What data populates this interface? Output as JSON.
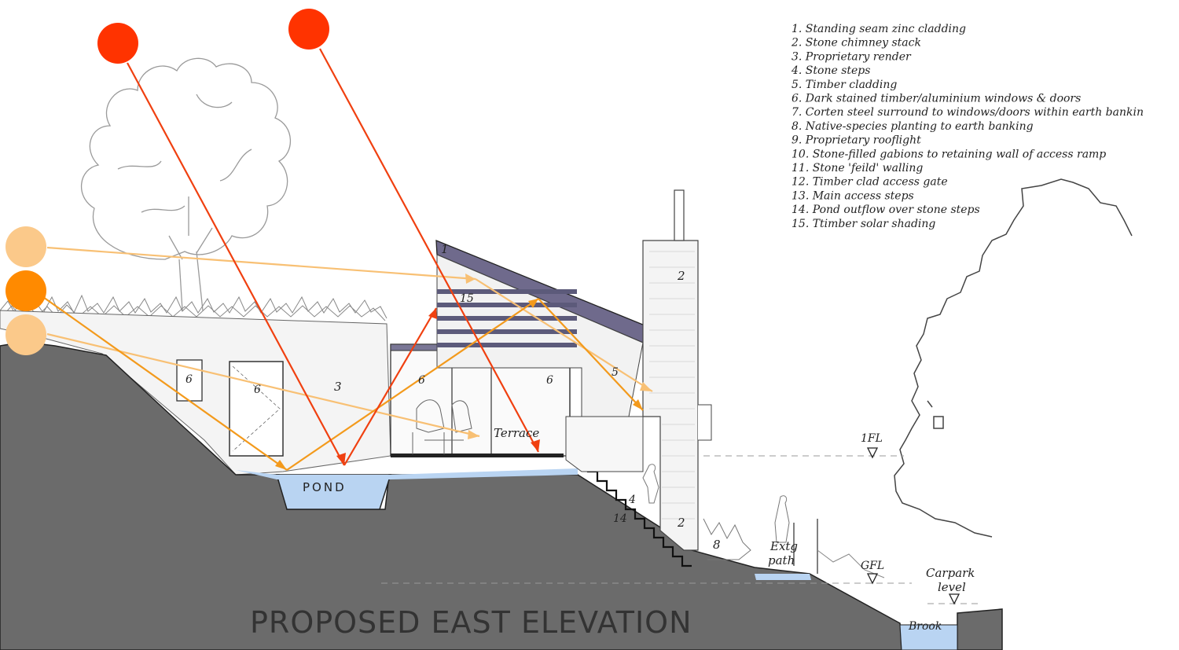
{
  "title": "PROPOSED EAST ELEVATION",
  "legend": [
    "1. Standing seam zinc cladding",
    "2. Stone chimney stack",
    "3. Proprietary render",
    "4. Stone steps",
    "5. Timber cladding",
    "6. Dark stained timber/aluminium windows & doors",
    "7. Corten steel surround to windows/doors within earth bankin",
    "8. Native-species planting to earth banking",
    "9. Proprietary rooflight",
    "10. Stone-filled gabions to retaining wall of access ramp",
    "11. Stone 'feild' walling",
    "12. Timber clad access gate",
    "13. Main access steps",
    "14. Pond outflow over stone steps",
    "15. Ttimber solar shading"
  ],
  "labels": {
    "pond": "POND",
    "terrace": "Terrace",
    "ffl": "1FL",
    "gfl": "GFL",
    "exist_path_1": "Extg",
    "exist_path_2": "path",
    "carpark_1": "Carpark",
    "carpark_2": "level",
    "brook": "Brook"
  },
  "tags": {
    "n1": "1",
    "n2a": "2",
    "n2b": "2",
    "n3": "3",
    "n4": "4",
    "n5": "5",
    "n6a": "6",
    "n6b": "6",
    "n6c": "6",
    "n6d": "6",
    "n8": "8",
    "n14": "14",
    "n15": "15"
  },
  "colors": {
    "ground": "#6b6b6b",
    "water": "#b9d4f2",
    "summer_sun": "#ff3300",
    "summer_ray": "#f04010",
    "equinox_sun": "#ff8a00",
    "equinox_ray": "#f39a1c",
    "winter_sun": "#fbc98a",
    "winter_ray": "#f8c074",
    "roof": "#6f6a8c",
    "shade_fins": "#5c5a7a",
    "line": "#333333"
  }
}
